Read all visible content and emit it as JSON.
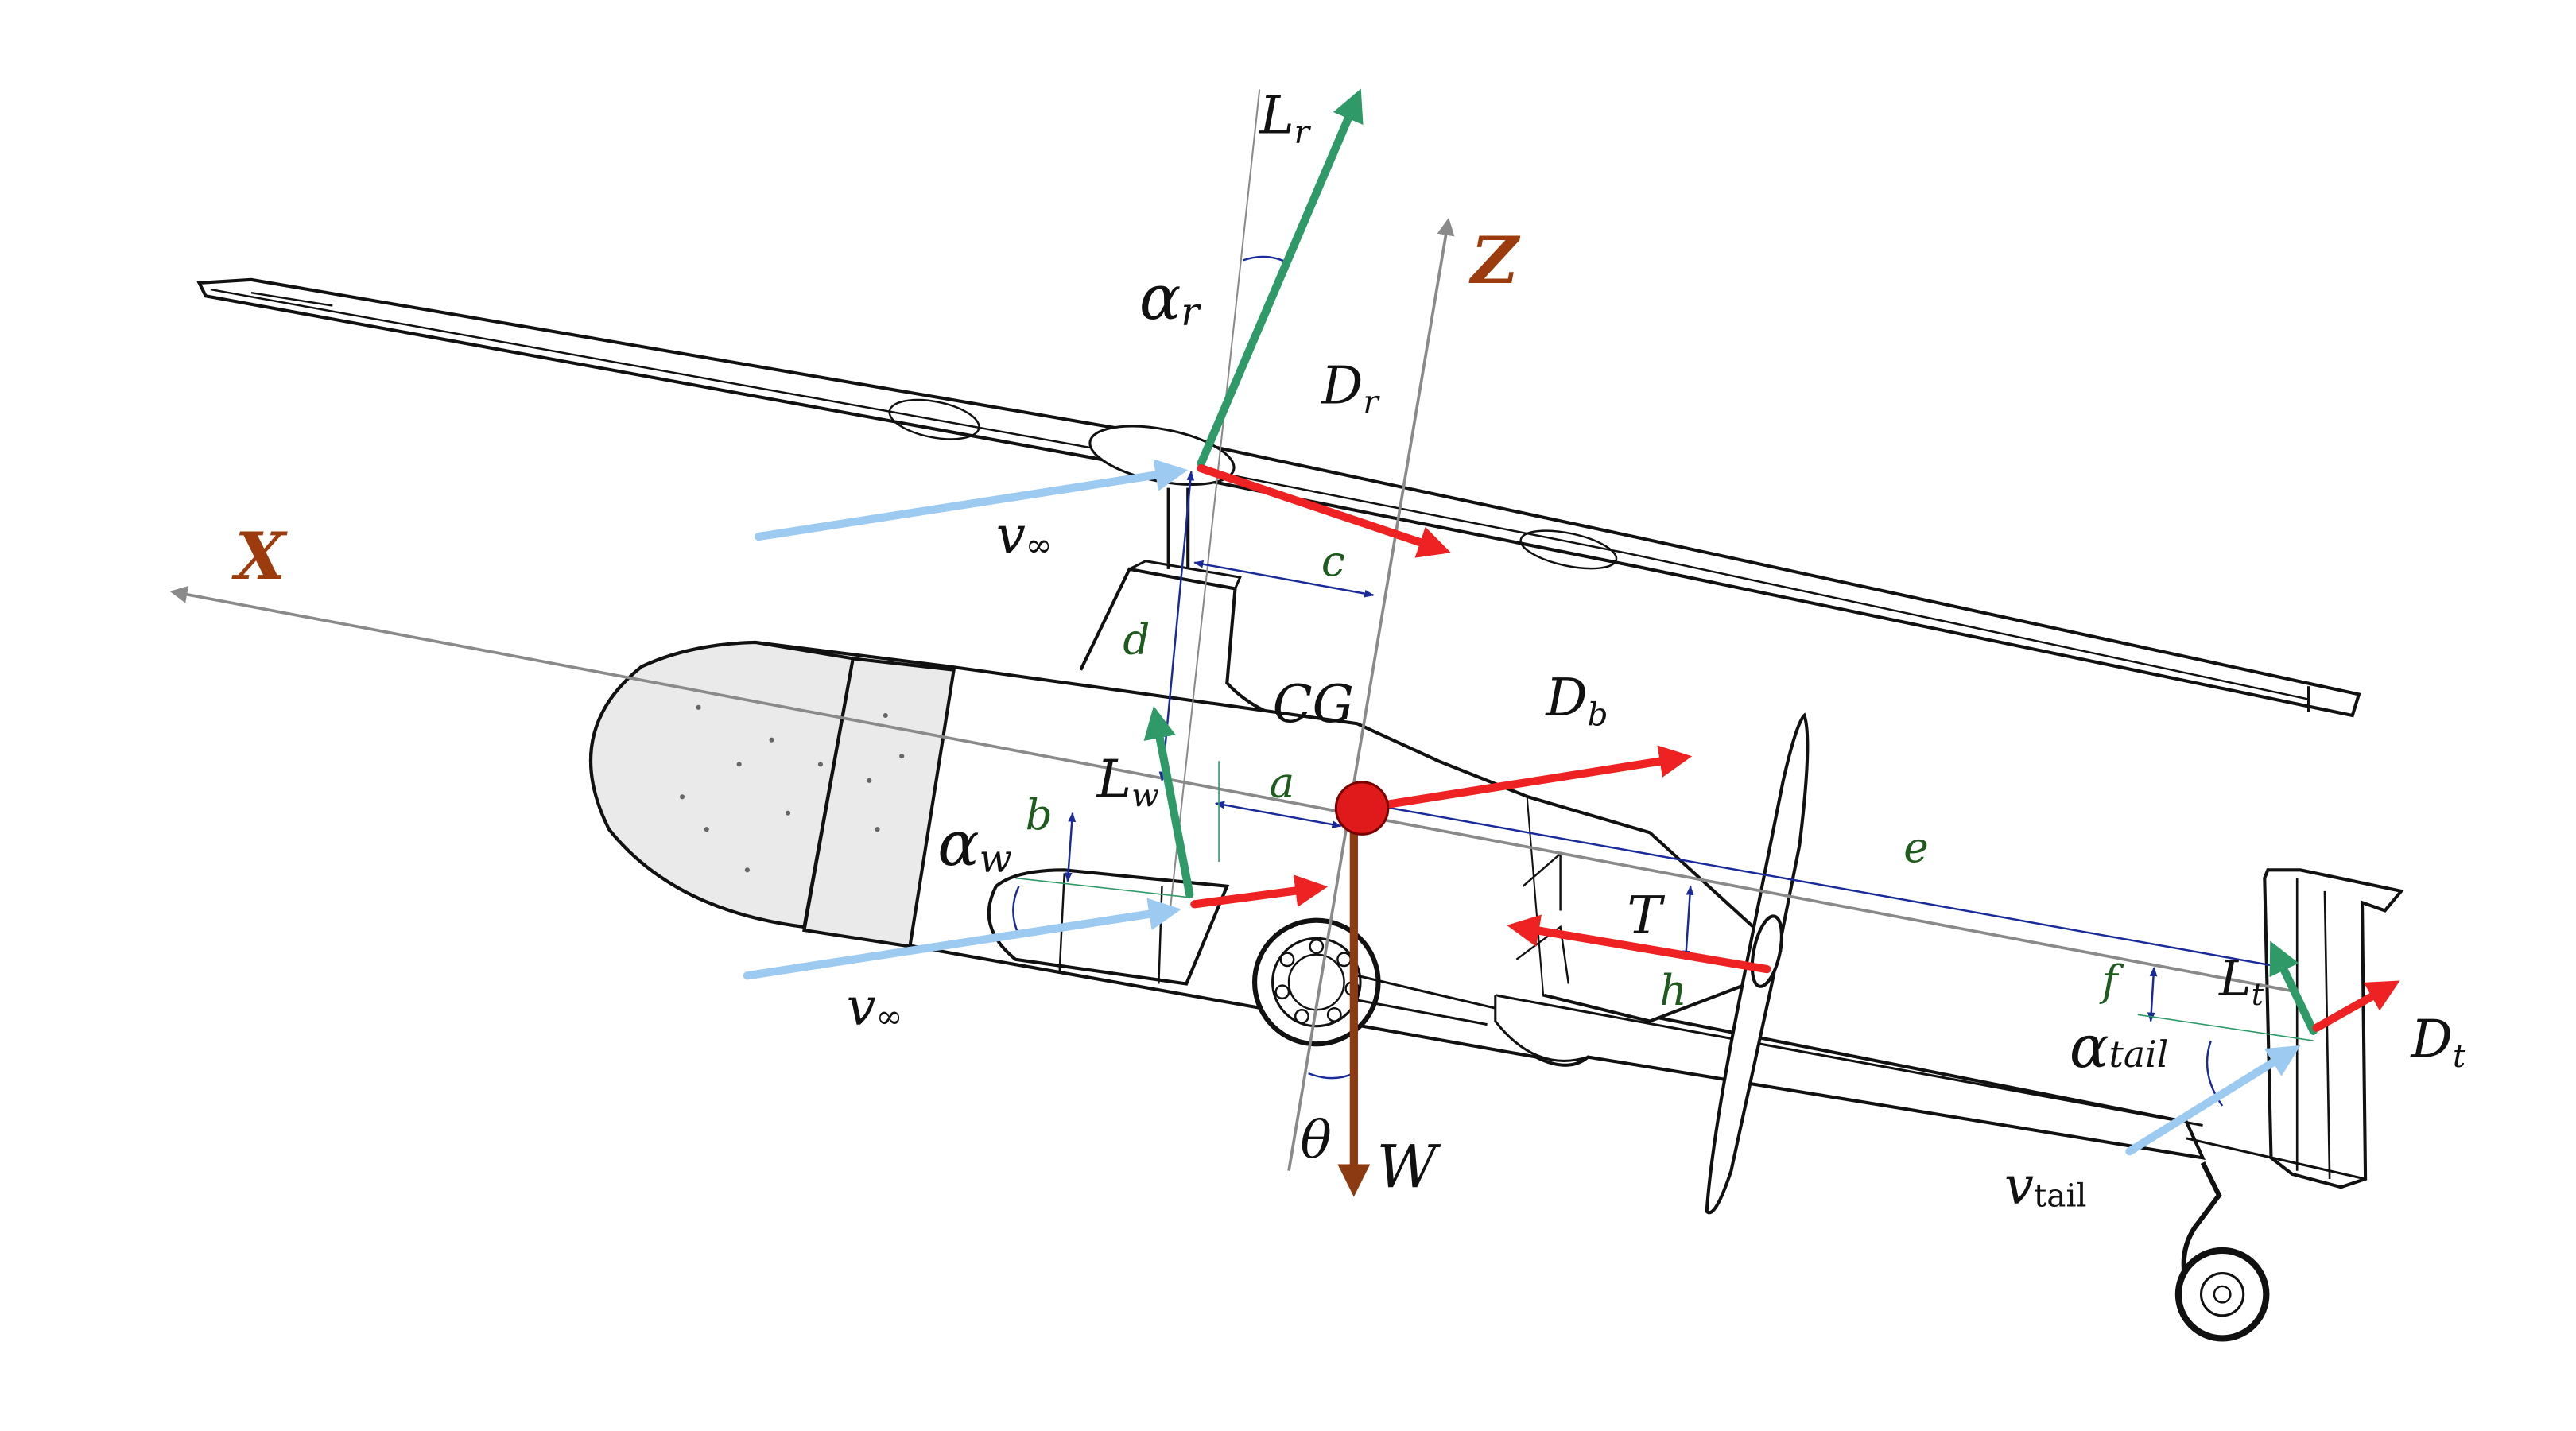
{
  "colors": {
    "axis": "#8a8a8a",
    "axis_label": "#9c3c0e",
    "lift": "#2f9a68",
    "drag": "#ee2222",
    "velocity": "#9ccaf0",
    "weight": "#8b3a12",
    "dimension": "#1a2a9a",
    "dim_label": "#1f5a1f",
    "outline": "#111111",
    "fill_light": "#eaeaea",
    "cg_dot": "#e01a1a"
  },
  "axes": {
    "x_label": "X",
    "z_label": "Z"
  },
  "forces": {
    "rotor_lift": {
      "main": "L",
      "sub": "r"
    },
    "rotor_drag": {
      "main": "D",
      "sub": "r"
    },
    "body_drag": {
      "main": "D",
      "sub": "b"
    },
    "wing_lift": {
      "main": "L",
      "sub": "w"
    },
    "tail_lift": {
      "main": "L",
      "sub": "t"
    },
    "tail_drag": {
      "main": "D",
      "sub": "t"
    },
    "thrust": "T",
    "weight": "W"
  },
  "angles": {
    "rotor": {
      "main": "α",
      "sub": "r"
    },
    "wing": {
      "main": "α",
      "sub": "w"
    },
    "tail": {
      "main": "α",
      "sub": "tail"
    },
    "pitch": "θ"
  },
  "velocities": {
    "rotor": {
      "main": "v",
      "sub": "∞"
    },
    "wing": {
      "main": "v",
      "sub": "∞"
    },
    "tail": {
      "main": "v",
      "sub": "tail"
    }
  },
  "dimensions": {
    "a": "a",
    "b": "b",
    "c": "c",
    "d": "d",
    "e": "e",
    "f": "f",
    "h": "h"
  },
  "cg_label": "CG",
  "icons": [
    "rotor-blade-icon",
    "fuselage-icon",
    "pusher-propeller-icon",
    "landing-wheel-icon",
    "tail-fin-icon"
  ]
}
